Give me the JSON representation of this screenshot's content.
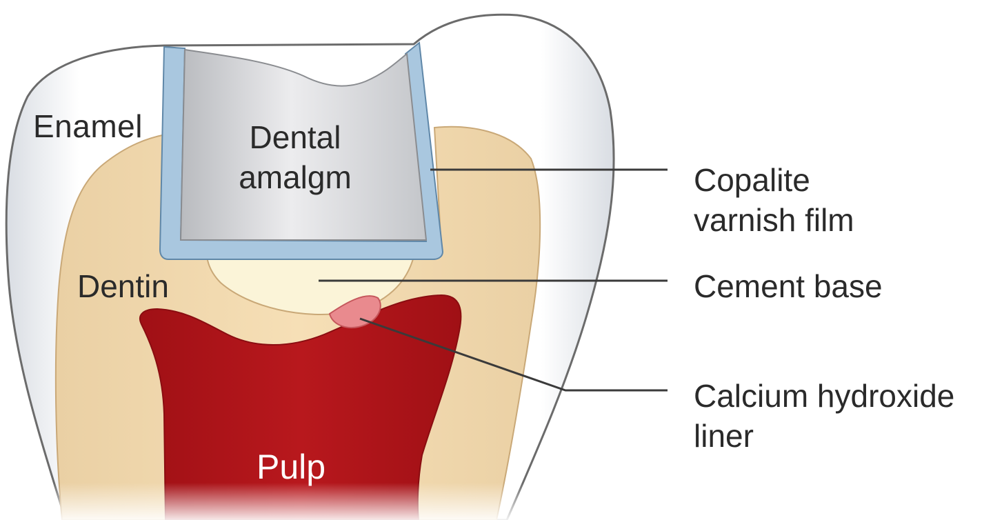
{
  "labels": {
    "enamel": "Enamel",
    "dentin": "Dentin",
    "pulp": "Pulp",
    "amalgam_line1": "Dental",
    "amalgam_line2": "amalgm",
    "copalite_line1": "Copalite",
    "copalite_line2": "varnish film",
    "cement_base": "Cement base",
    "calcium_line1": "Calcium hydroxide",
    "calcium_line2": "liner"
  },
  "colors": {
    "enamel": "#ffffff",
    "dentin": "#f3d8ae",
    "pulp": "#b3161b",
    "amalgam": "#d4d5d8",
    "varnish": "#a9c7df",
    "cement_base": "#fbf4d8",
    "calcium_liner": "#e98a8e",
    "outline": "#6b6b6b",
    "leader": "#3a3a3a"
  }
}
